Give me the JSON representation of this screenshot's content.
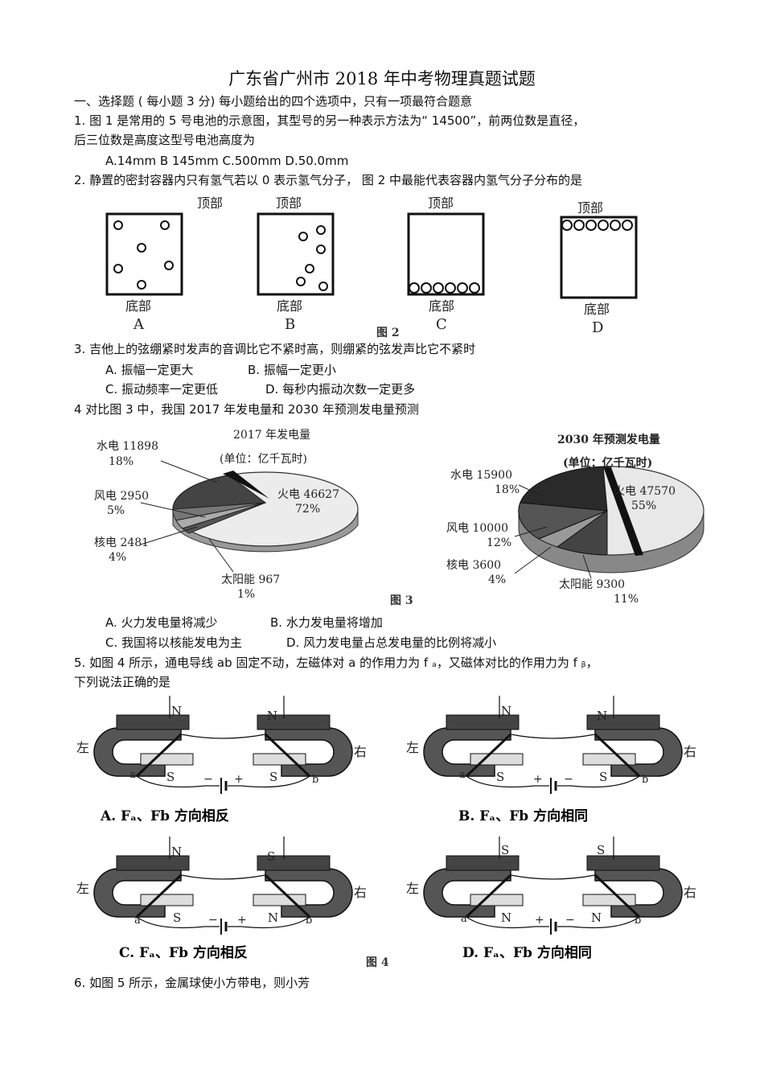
{
  "title": "广东省广州市   2018 年中考物理真题试题",
  "section": "一、选择题  ( 每小题   3 分) 每小题给出的四个选项中，只有一项最符合题意",
  "q1": {
    "line1": "1. 图 1 是常用的    5 号电池的示意图，其型号的另一种表示方法为“         14500”，前两位数是直径，",
    "line2": "后三位数是高度这型号电池高度为",
    "options": "A.14mm   B 145mm   C.500mm  D.50.0mm"
  },
  "q2": {
    "text": "2. 静置的密封容器内只有氢气若以       0 表示氢气分子，   图 2 中最能代表容器内氢气分子分布的是",
    "top_label": "顶部",
    "bottom_label": "底部",
    "letters": [
      "A",
      "B",
      "C",
      "D"
    ],
    "figure": "图 2"
  },
  "q3": {
    "text": "3. 吉他上的弦绷紧时发声的音调比它不紧时高，则绷紧的弦发声比它不紧时",
    "opt_a": "A. 振幅一定更大",
    "opt_b": "B.          振幅一定更小",
    "opt_c": "C. 振动频率一定更低",
    "opt_d": "D.          每秒内振动次数一定更多"
  },
  "q4": {
    "text": "4 对比图  3 中，我国   2017 年发电量和    2030 年预测发电量预测",
    "chart2017": {
      "title": "2017 年发电量",
      "unit": "(单位：亿千瓦时)",
      "hydro": "水电  11898",
      "hydro_pct": "18%",
      "wind": "风电  2950",
      "wind_pct": "5%",
      "nuclear": "核电  2481",
      "nuclear_pct": "4%",
      "solar": "太阳能  967",
      "solar_pct": "1%",
      "thermal": "火电  46627",
      "thermal_pct": "72%"
    },
    "chart2030": {
      "title": "2030 年预测发电量",
      "unit": "(单位：亿千瓦时)",
      "hydro": "水电  15900",
      "hydro_pct": "18%",
      "wind": "风电  10000",
      "wind_pct": "12%",
      "nuclear": "核电  3600",
      "nuclear_pct": "4%",
      "solar": "太阳能  9300",
      "solar_pct": "11%",
      "thermal": "火电  47570",
      "thermal_pct": "55%"
    },
    "figure": "图 3",
    "opt_a": "A. 火力发电量将减少",
    "opt_b": "B.        水力发电量将增加",
    "opt_c": "C. 我国将以核能发电为主",
    "opt_d": "D.     风力发电量占总发电量的比例将减小"
  },
  "q5": {
    "line1": "5. 如图  4 所示，通电导线    ab 固定不动，左磁体对      a 的作用力为   f ₐ，又磁体对比的作用力为      f ᵦ，",
    "line2": "下列说法正确的是",
    "left": "左",
    "right": "右",
    "cap_a": "A.    Fₐ、Fb 方向相反",
    "cap_b": "B.    Fₐ、Fb 方向相同",
    "cap_c": "C.    Fₐ、Fb 方向相反",
    "cap_d": "D.    Fₐ、Fb 方向相同",
    "figure": "图 4"
  },
  "q6": {
    "text": "6. 如图  5 所示，金属球使小方带电，则小芳"
  }
}
